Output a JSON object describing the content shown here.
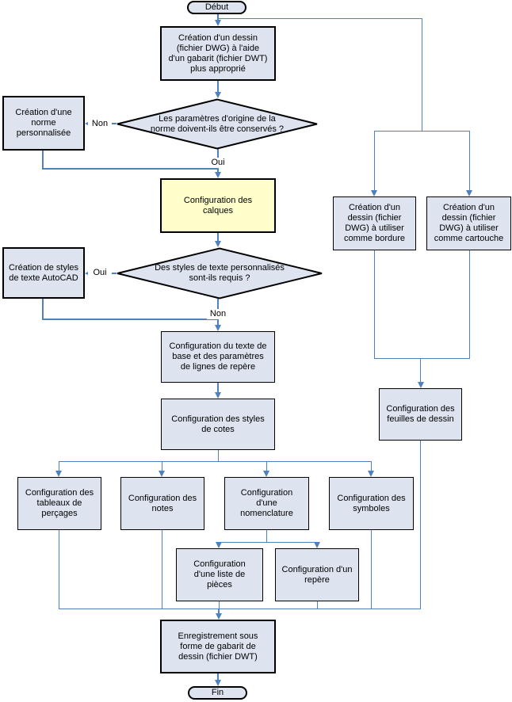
{
  "flowchart": {
    "colors": {
      "line": "#4f81bd",
      "box_fill": "#dde4f0",
      "highlight_fill": "#ffffcc",
      "border": "#000000"
    },
    "nodes": {
      "start": {
        "label": "Début",
        "type": "terminator"
      },
      "create_dwg": {
        "label": "Création d'un dessin\n(fichier DWG) à l'aide\nd'un gabarit (fichier DWT)\nplus approprié",
        "type": "process"
      },
      "keep_defaults": {
        "label": "Les paramètres d'origine de la\nnorme doivent-ils être conservés ?",
        "type": "decision"
      },
      "custom_norm": {
        "label": "Création d'une\nnorme\npersonnalisée",
        "type": "process"
      },
      "layers": {
        "label": "Configuration des\ncalques",
        "type": "process-highlighted"
      },
      "text_styles_q": {
        "label": "Des styles de texte personnalisés\nsont-ils requis ?",
        "type": "decision"
      },
      "autocad_styles": {
        "label": "Création de styles\nde texte AutoCAD",
        "type": "process"
      },
      "base_text": {
        "label": "Configuration du texte de\nbase et des paramètres\nde lignes de repère",
        "type": "process"
      },
      "dim_styles": {
        "label": "Configuration des styles\nde cotes",
        "type": "process"
      },
      "hole_tables": {
        "label": "Configuration des\ntableaux de\nperçages",
        "type": "process"
      },
      "notes": {
        "label": "Configuration des\nnotes",
        "type": "process"
      },
      "bom": {
        "label": "Configuration\nd'une\nnomenclature",
        "type": "process"
      },
      "symbols": {
        "label": "Configuration des\nsymboles",
        "type": "process"
      },
      "parts_list": {
        "label": "Configuration\nd'une liste de\npièces",
        "type": "process"
      },
      "balloon": {
        "label": "Configuration d'un\nrepère",
        "type": "process"
      },
      "border_dwg": {
        "label": "Création d'un\ndessin (fichier\nDWG) à utiliser\ncomme bordure",
        "type": "process"
      },
      "titleblock_dwg": {
        "label": "Création d'un\ndessin (fichier\nDWG) à utiliser\ncomme cartouche",
        "type": "process"
      },
      "sheets": {
        "label": "Configuration des\nfeuilles de dessin",
        "type": "process"
      },
      "save_template": {
        "label": "Enregistrement sous\nforme de gabarit de\ndessin (fichier DWT)",
        "type": "process"
      },
      "end": {
        "label": "Fin",
        "type": "terminator"
      }
    },
    "edge_labels": {
      "no1": "Non",
      "yes1": "Oui",
      "yes2": "Oui",
      "no2": "Non"
    }
  }
}
